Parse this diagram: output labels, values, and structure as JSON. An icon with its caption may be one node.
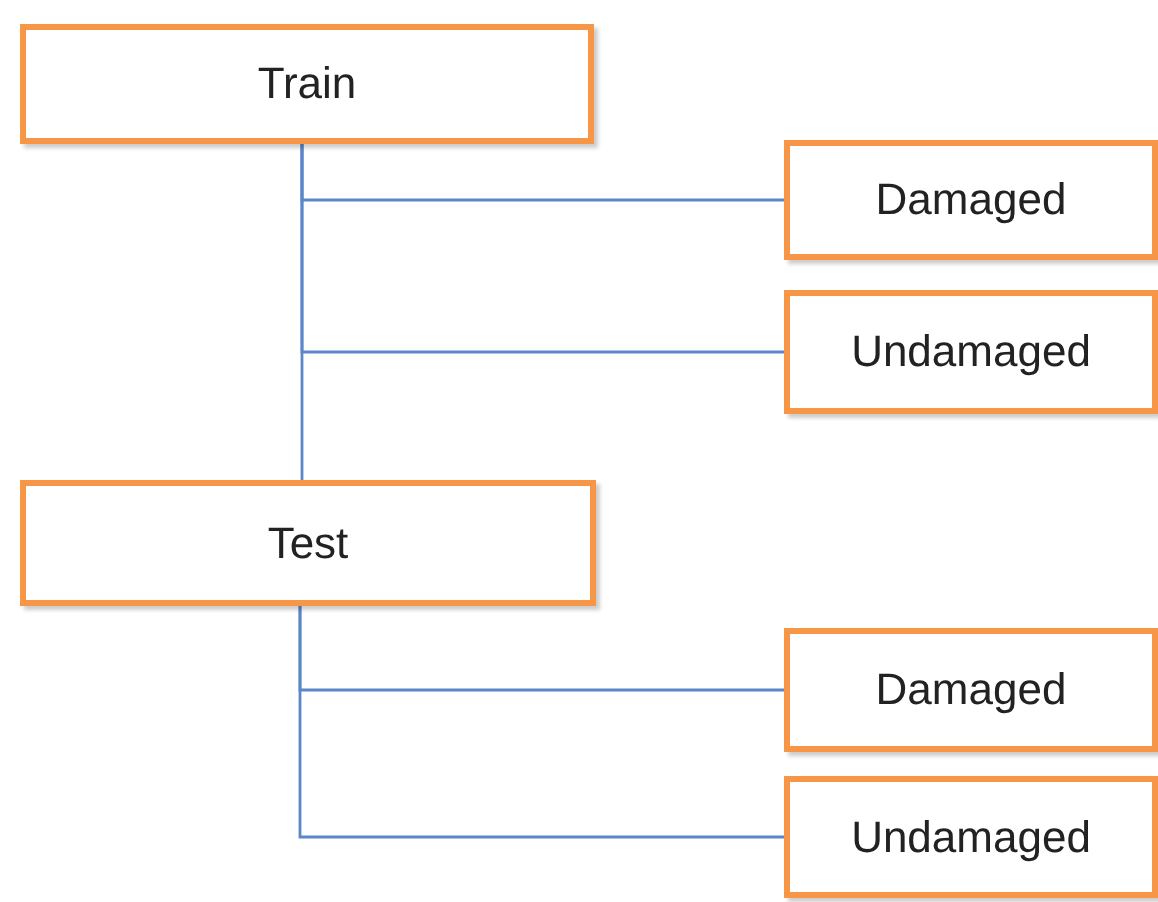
{
  "diagram": {
    "nodes": [
      {
        "text": [
          "Train"
        ]
      },
      {
        "text": [
          "Damaged"
        ]
      },
      {
        "text": [
          "Undamaged"
        ]
      },
      {
        "text": [
          "Test"
        ]
      },
      {
        "text": [
          "Damaged"
        ]
      },
      {
        "text": [
          "Undamaged"
        ]
      }
    ],
    "edges": [
      {
        "from": 0,
        "to": 1,
        "arrow": "none"
      },
      {
        "from": 0,
        "to": 2,
        "arrow": "none"
      },
      {
        "from": 0,
        "to": 3,
        "arrow": "none"
      },
      {
        "from": 3,
        "to": 4,
        "arrow": "none"
      },
      {
        "from": 3,
        "to": 5,
        "arrow": "none"
      }
    ]
  }
}
